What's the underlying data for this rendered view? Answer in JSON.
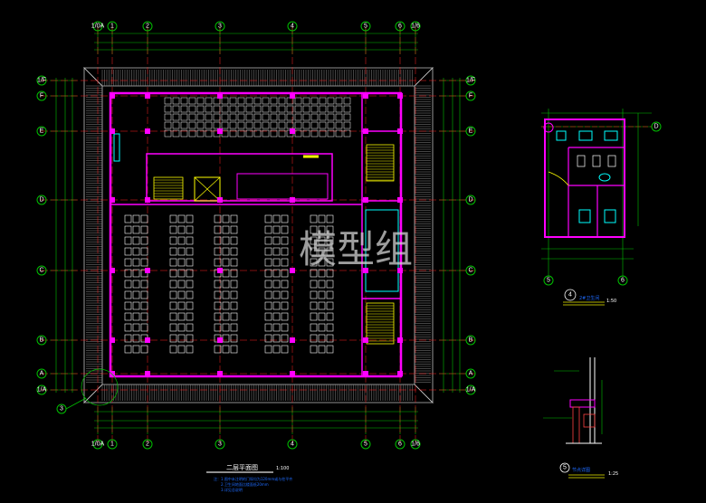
{
  "drawing": {
    "main_plan": {
      "title": "二层平面图",
      "scale": "1:100",
      "notes": [
        "注：1.图中未注明的门垛均为120mm或与柱平齐",
        "2.卫生间地面比楼面低20mm",
        "3.详见总说明"
      ],
      "column_axes": [
        "1/0A",
        "1",
        "2",
        "3",
        "4",
        "5",
        "6",
        "1/6"
      ],
      "row_axes": [
        "1/F",
        "F",
        "E",
        "D",
        "C",
        "B",
        "A",
        "1/A"
      ],
      "section_marker": "3"
    },
    "detail_toilet": {
      "number": "4",
      "title": "2#卫生间",
      "scale": "1:50",
      "column_axes": [
        "5",
        "6"
      ],
      "row_axes": [
        "E",
        "D"
      ]
    },
    "detail_section": {
      "number": "5",
      "title": "节点详图",
      "scale": "1:25"
    },
    "watermark": "模型组",
    "colors": {
      "background": "#000000",
      "axis": "#00c000",
      "wall": "#ff00ff",
      "hatch": "#a0a0a0",
      "furniture": "#ffffff",
      "stair": "#ffff00",
      "text_blue": "#1e6bff",
      "axis_line": "#ff2020"
    }
  }
}
